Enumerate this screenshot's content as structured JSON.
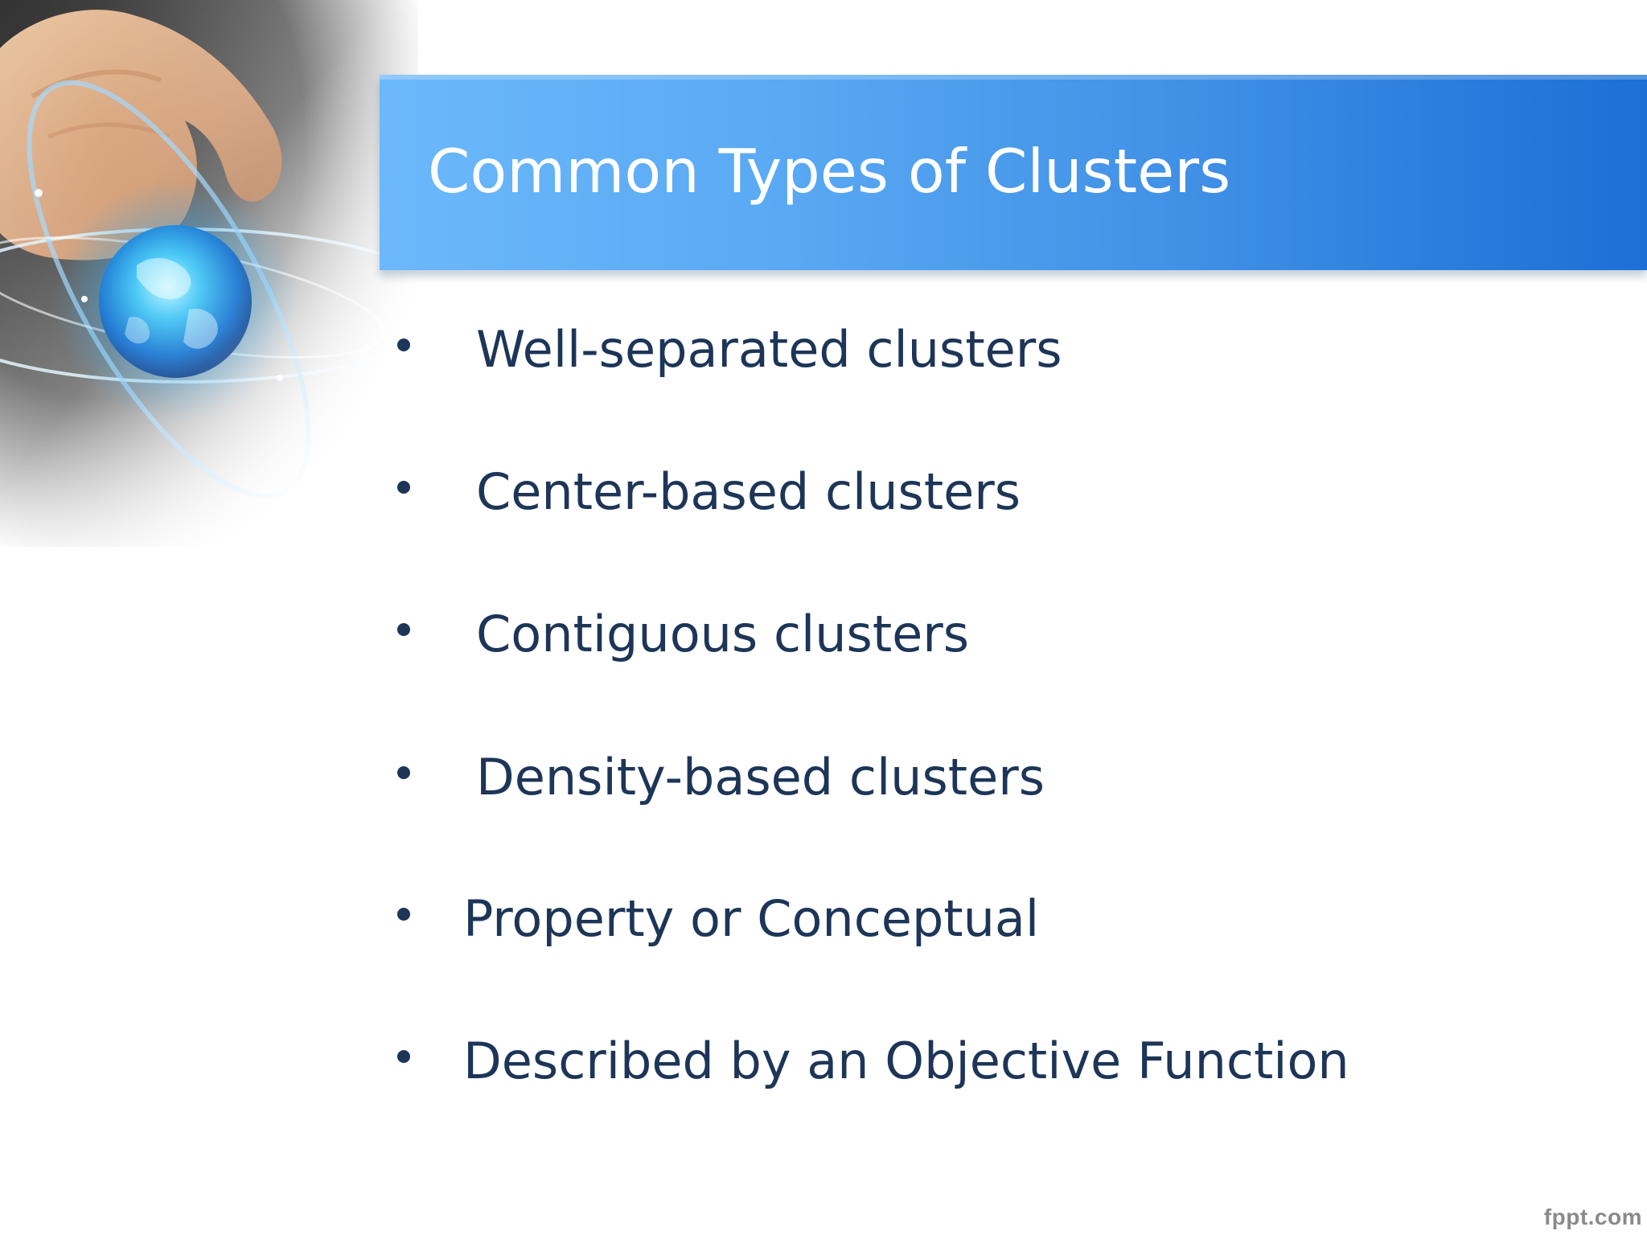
{
  "slide": {
    "title": "Common Types of Clusters",
    "bullets": [
      {
        "text": "Well-separated clusters"
      },
      {
        "text": "Center-based clusters"
      },
      {
        "text": "Contiguous clusters"
      },
      {
        "text": "Density-based clusters"
      },
      {
        "text": "Property or Conceptual"
      },
      {
        "text": "Described by an Objective Function"
      }
    ],
    "watermark": "fppt.com"
  },
  "colors": {
    "band_light": "#6cb8fb",
    "band_dark": "#1b6fd6",
    "title_text": "#ffffff",
    "body_text": "#1d3557"
  },
  "icons": {
    "decoration": "hand-holding-globe-icon"
  }
}
